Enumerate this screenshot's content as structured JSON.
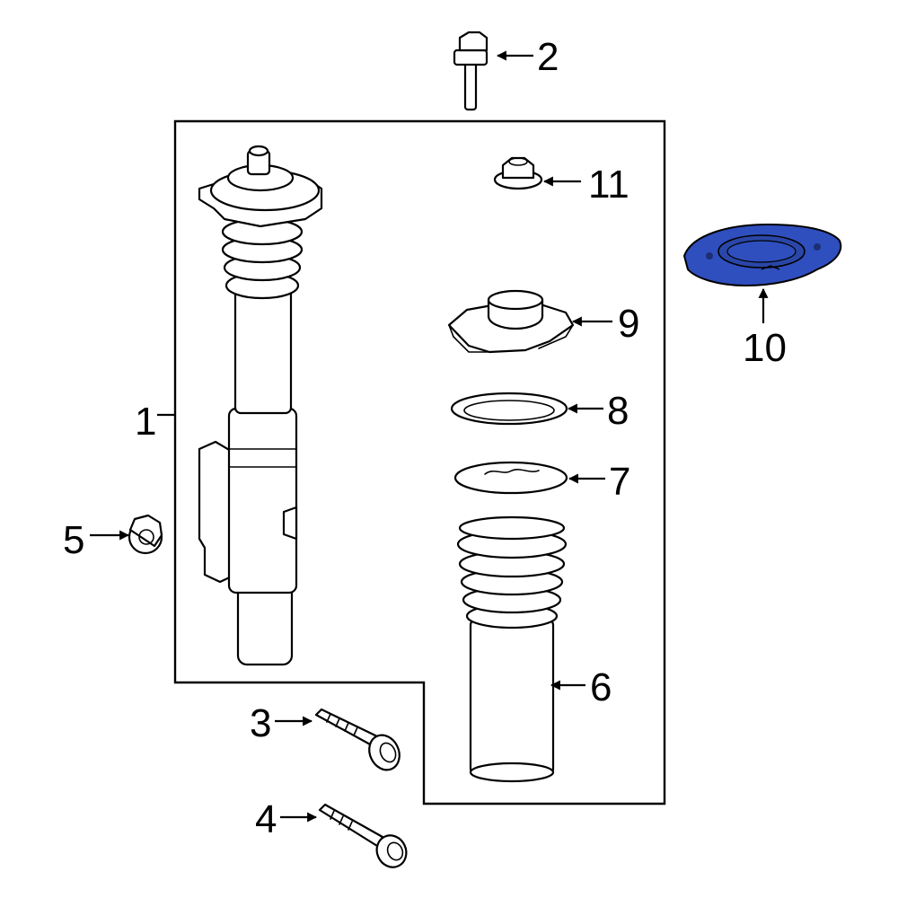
{
  "callouts": {
    "c1": "1",
    "c2": "2",
    "c3": "3",
    "c4": "4",
    "c5": "5",
    "c6": "6",
    "c7": "7",
    "c8": "8",
    "c9": "9",
    "c10": "10",
    "c11": "11"
  },
  "colors": {
    "highlight": "#2f4fbf",
    "outline": "#000000",
    "background": "#ffffff"
  },
  "highlighted_part": "10",
  "icons": [
    "strut-assembly",
    "bolt",
    "nut",
    "dust-boot",
    "insulator",
    "bearing",
    "strut-mount",
    "spring-seat"
  ]
}
